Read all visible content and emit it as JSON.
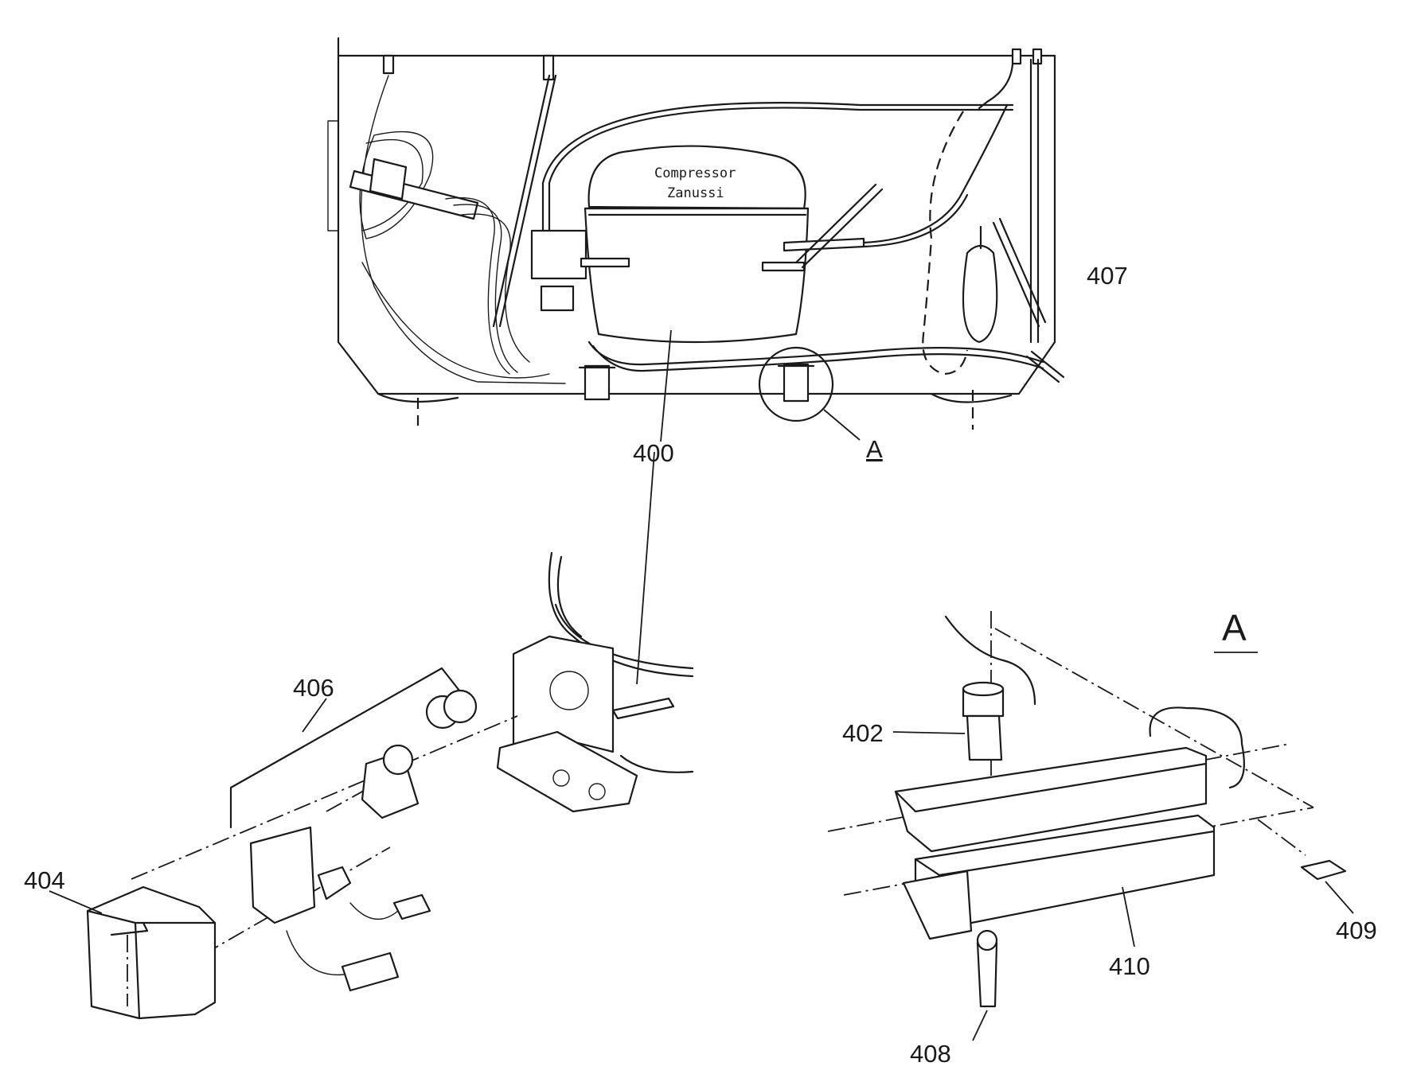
{
  "compressor": {
    "brand_line1": "Compressor",
    "brand_line2": "Zanussi"
  },
  "callouts": {
    "p400": "400",
    "p402": "402",
    "p404": "404",
    "p406": "406",
    "p407": "407",
    "p408": "408",
    "p409": "409",
    "p410": "410",
    "detail_ref": "A",
    "detail_title": "A"
  }
}
